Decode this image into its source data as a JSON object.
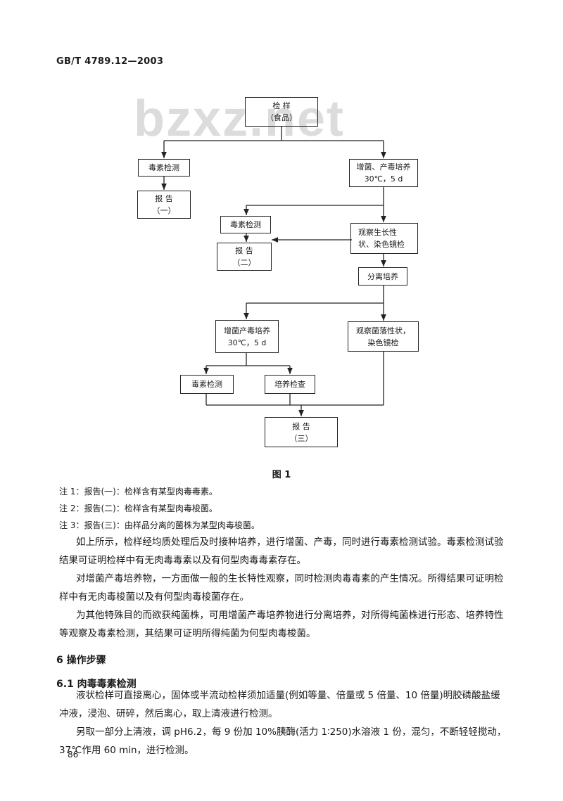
{
  "header": {
    "standard_no": "GB/T 4789.12—2003"
  },
  "watermark": "bzxz.net",
  "flowchart": {
    "sample_title": "检  样",
    "sample_sub": "（食品）",
    "toxin_test_1": "毒素检测",
    "report1_title": "报    告",
    "report1_sub": "（一）",
    "enrich1_line1": "增菌、产毒培养",
    "enrich1_line2": "30℃，5 d",
    "toxin_test_2": "毒素检测",
    "observe1_line1": "观察生长性",
    "observe1_line2": "状、染色镜检",
    "report2_title": "报    告",
    "report2_sub": "（二）",
    "isolation": "分离培养",
    "enrich2_line1": "增菌产毒培养",
    "enrich2_line2": "30℃，5 d",
    "observe2_line1": "观察菌落性状，",
    "observe2_line2": "染色镜检",
    "toxin_test_3": "毒素检测",
    "culture_check": "培养检查",
    "report3_title": "报    告",
    "report3_sub": "（三）"
  },
  "figure_caption": "图 1",
  "notes": [
    "注 1：报告(一)：检样含有某型肉毒毒素。",
    "注 2：报告(二)：检样含有某型肉毒梭菌。",
    "注 3：报告(三)：由样品分离的菌株为某型肉毒梭菌。"
  ],
  "paragraphs": [
    "如上所示，检样经均质处理后及时接种培养，进行增菌、产毒，同时进行毒素检测试验。毒素检测试验结果可证明检样中有无肉毒毒素以及有何型肉毒毒素存在。",
    "对增菌产毒培养物，一方面做一般的生长特性观察，同时检测肉毒毒素的产生情况。所得结果可证明检样中有无肉毒梭菌以及有何型肉毒梭菌存在。",
    "为其他特殊目的而欲获纯菌株，可用增菌产毒培养物进行分离培养，对所得纯菌株进行形态、培养特性等观察及毒素检测，其结果可证明所得纯菌为何型肉毒梭菌。"
  ],
  "section6": "6   操作步骤",
  "section61": "6.1   肉毒毒素检测",
  "paragraphs61": [
    "液状检样可直接离心，固体或半流动检样须加适量(例如等量、倍量或 5 倍量、10 倍量)明胶磷酸盐缓冲液，浸泡、研碎，然后离心，取上清液进行检测。",
    "另取一部分上清液，调 pH6.2，每 9 份加 10%胰酶(活力 1∶250)水溶液 1 份，混匀，不断轻轻搅动，37℃作用 60 min，进行检测。"
  ],
  "page_number": "86"
}
